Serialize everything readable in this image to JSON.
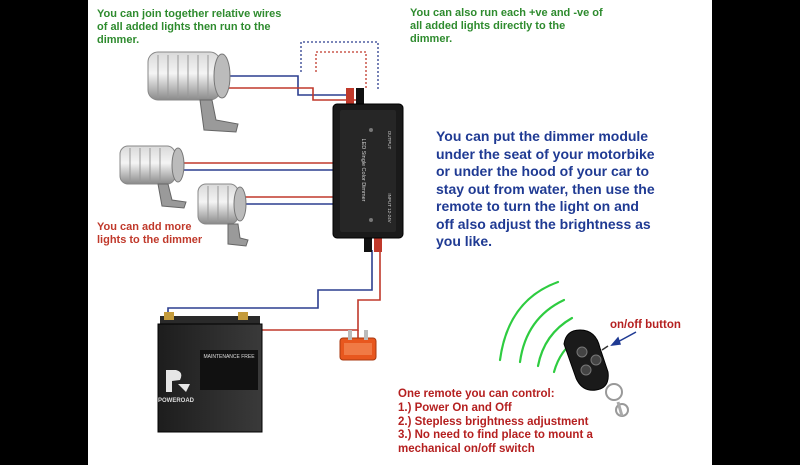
{
  "notes": {
    "join_wires": "You can join together relative wires of all added lights then run to the dimmer.",
    "run_direct": "You can also run each +ve and -ve of all added lights directly to the dimmer.",
    "add_lights": "You can add more lights to the dimmer",
    "placement": "You can put the dimmer module under the seat of your motorbike or under the hood of your car to stay out from water, then use the remote to turn the light on and off also adjust the brightness as you like.",
    "on_off": "on/off button"
  },
  "remote_features": {
    "heading": "One remote you can control:",
    "items": [
      "1.) Power On and Off",
      "2.) Stepless brightness adjustment",
      "3.) No need to find place to mount a mechanical on/off switch"
    ]
  },
  "device_labels": {
    "dimmer": "LED Single Color Dimmer",
    "output": "OUTPUT",
    "input": "INPUT 12-24V",
    "battery_brand": "POWEROAD",
    "battery_maintenance": "MAINTENANCE FREE"
  },
  "colors": {
    "positive_wire": "#c0392b",
    "negative_wire": "#2c3e8f",
    "signal_arcs": "#2ecc40"
  }
}
